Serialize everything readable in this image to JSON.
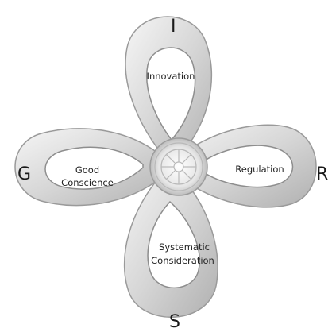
{
  "diagram": {
    "letters": {
      "top": "I",
      "left": "G",
      "right": "R",
      "bottom": "S"
    },
    "petals": {
      "top": {
        "line1": "Innovation"
      },
      "left": {
        "line1": "Good",
        "line2": "Conscience"
      },
      "right": {
        "line1": "Regulation"
      },
      "bottom": {
        "line1": "Systematic",
        "line2": "Consideration"
      }
    },
    "center_icon": "dharma-wheel-icon",
    "colors": {
      "petal_light": "#f4f4f4",
      "petal_dark": "#b4b4b4",
      "outline": "#9a9a9a",
      "text": "#1a1a1a"
    }
  }
}
